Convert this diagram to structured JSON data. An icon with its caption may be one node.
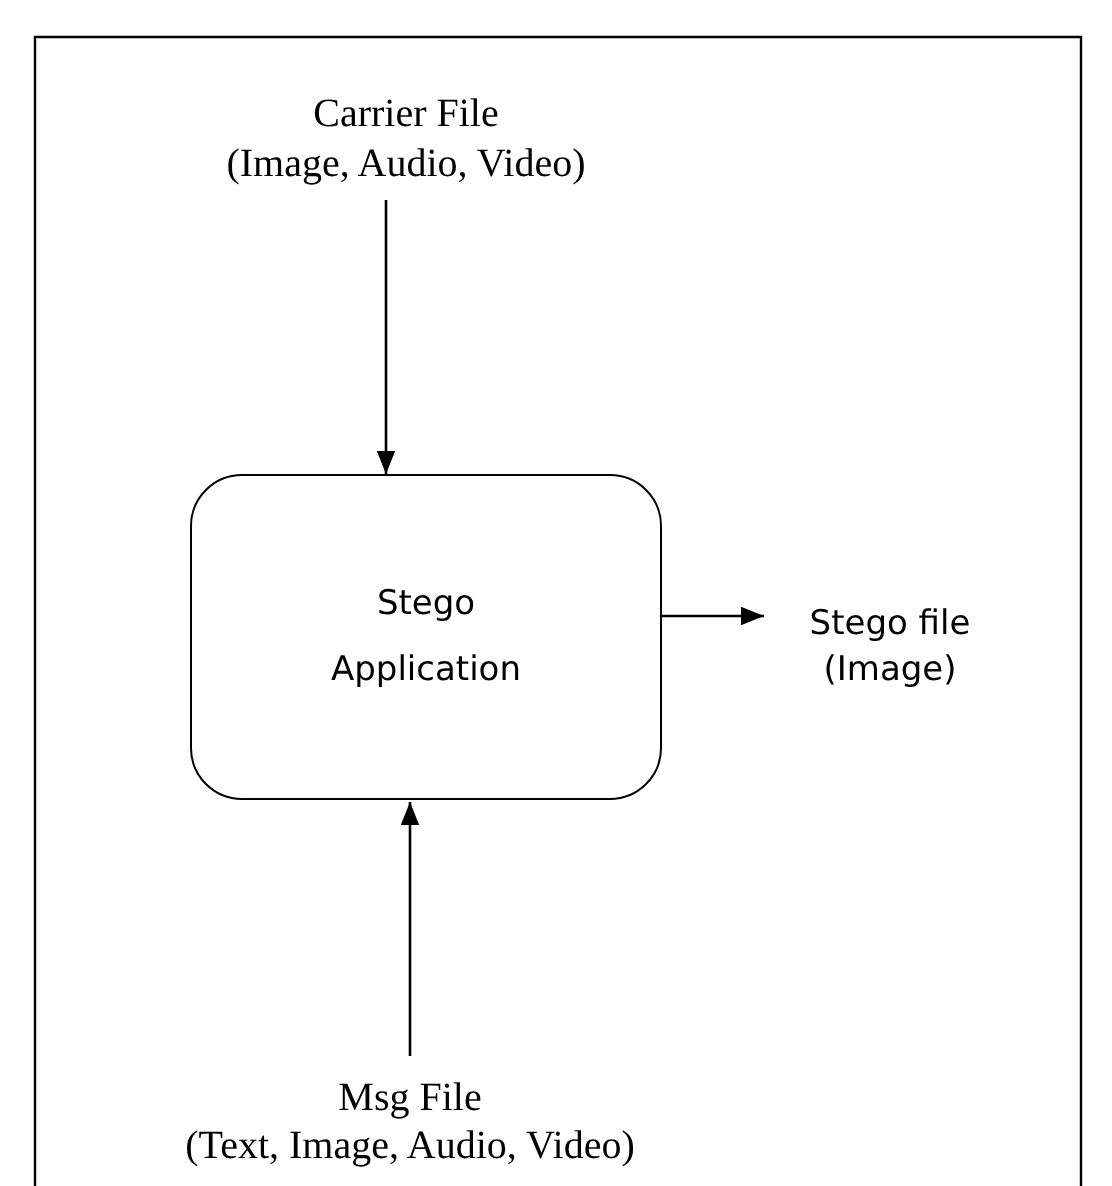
{
  "diagram": {
    "nodes": [
      {
        "text": [
          "Carrier File",
          "(Image, Audio, Video)"
        ]
      },
      {
        "text": [
          "Stego Application"
        ]
      },
      {
        "text": [
          "Stego file (Image)"
        ]
      },
      {
        "text": [
          "Msg File",
          "(Text, Image, Audio, Video)"
        ]
      }
    ],
    "edges": [
      {
        "from": 0,
        "to": 1,
        "arrow": "to"
      },
      {
        "from": 1,
        "to": 2,
        "arrow": "to"
      },
      {
        "from": 3,
        "to": 1,
        "arrow": "to"
      }
    ]
  }
}
